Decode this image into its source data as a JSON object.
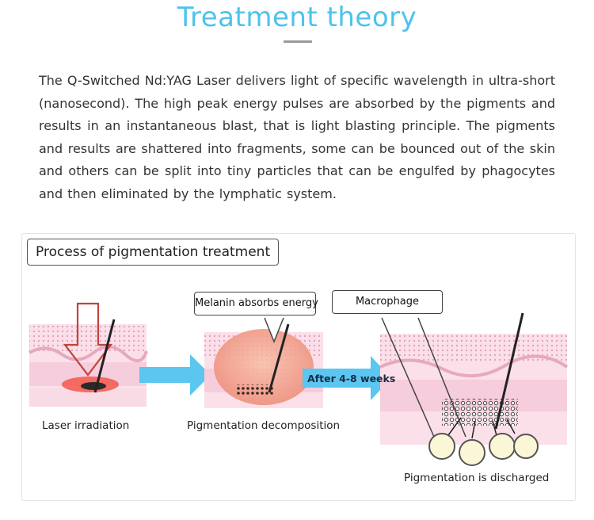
{
  "page": {
    "title": "Treatment theory",
    "paragraph": "The Q-Switched Nd:YAG Laser delivers light of specific wavelength in ultra-short (nanosecond). The high peak energy pulses are absorbed by the pigments and results in an instantaneous blast, that is light blasting principle. The pigments and results are shattered into fragments, some can be bounced out of the skin and others can be split into tiny particles that can be engulfed by phagocytes and then eliminated by the lymphatic system."
  },
  "diagram": {
    "title": "Process of pigmentation treatment",
    "steps": {
      "laser": "Laser irradiation",
      "decomposition": "Pigmentation decomposition",
      "discharge": "Pigmentation is discharged"
    },
    "callouts": {
      "melanin": "Melanin absorbs energy",
      "macrophage": "Macrophage"
    },
    "arrow_label": "After 4-8 weeks"
  },
  "colors": {
    "title": "#4cc3ec",
    "arrow": "#5bc6ef",
    "skin": "#f4c7d6",
    "laser_arrow": "#c0443c"
  }
}
